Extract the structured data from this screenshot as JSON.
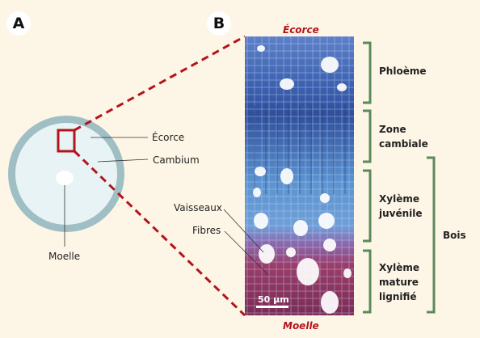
{
  "panels": {
    "a": "A",
    "b": "B"
  },
  "diagram_a": {
    "labels": {
      "ecorce": "Écorce",
      "cambium": "Cambium",
      "moelle": "Moelle"
    }
  },
  "diagram_b": {
    "top_label": "Écorce",
    "bottom_label": "Moelle",
    "scale_bar": "50 µm",
    "cell_labels": {
      "vaisseaux": "Vaisseaux",
      "fibres": "Fibres"
    },
    "zones": {
      "phloeme": "Phloème",
      "zone_cambiale": [
        "Zone",
        "cambiale"
      ],
      "xyleme_juvenile": [
        "Xylème",
        "juvénile"
      ],
      "xyleme_mature": [
        "Xylème",
        "mature",
        "lignifié"
      ],
      "bois": "Bois"
    }
  },
  "colors": {
    "background": "#fdf6e6",
    "accent_red": "#b3141c",
    "bracket_green": "#5a8a5a",
    "ring": "#9fbfc4",
    "inner": "#e8f3f5"
  }
}
